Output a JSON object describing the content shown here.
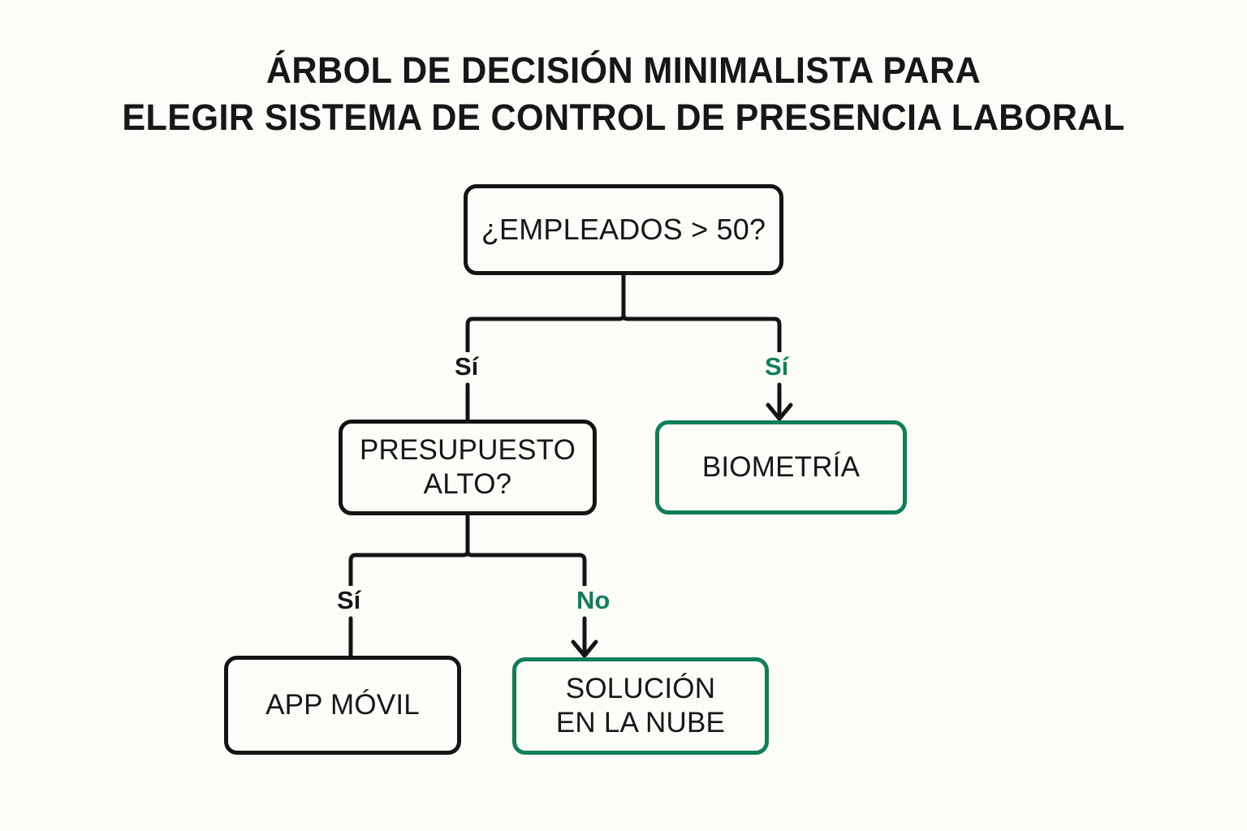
{
  "page": {
    "background_color": "#FCFCF8",
    "ink_color": "#17171A",
    "accent_color": "#0E7F59"
  },
  "title": {
    "line1": "ÁRBOL DE DECISIÓN MINIMALISTA PARA",
    "line2": "ELEGIR SISTEMA DE CONTROL DE PRESENCIA LABORAL"
  },
  "chart_data": {
    "type": "diagram",
    "diagram_kind": "decision-tree",
    "title": "ÁRBOL DE DECISIÓN MINIMALISTA PARA ELEGIR SISTEMA DE CONTROL DE PRESENCIA LABORAL",
    "nodes": [
      {
        "id": "root",
        "label": "¿EMPLEADOS > 50?",
        "shape": "rounded-rect",
        "border_color": "#141417",
        "text_color": "#17171A",
        "role": "decision"
      },
      {
        "id": "presupuesto",
        "label": "PRESUPUESTO\nALTO?",
        "shape": "rounded-rect",
        "border_color": "#141417",
        "text_color": "#17171A",
        "role": "decision"
      },
      {
        "id": "biometria",
        "label": "BIOMETRÍA",
        "shape": "rounded-rect",
        "border_color": "#0E7F59",
        "text_color": "#17171A",
        "role": "outcome"
      },
      {
        "id": "appmovil",
        "label": "APP MÓVIL",
        "shape": "rounded-rect",
        "border_color": "#141417",
        "text_color": "#17171A",
        "role": "outcome"
      },
      {
        "id": "nube",
        "label": "SOLUCIÓN\nEN LA NUBE",
        "shape": "rounded-rect",
        "border_color": "#0E7F59",
        "text_color": "#17171A",
        "role": "outcome"
      }
    ],
    "edges": [
      {
        "from": "root",
        "to": "presupuesto",
        "label": "Sí",
        "label_color": "#17171A",
        "arrowhead": false
      },
      {
        "from": "root",
        "to": "biometria",
        "label": "Sí",
        "label_color": "#0E7F59",
        "arrowhead": true
      },
      {
        "from": "presupuesto",
        "to": "appmovil",
        "label": "Sí",
        "label_color": "#17171A",
        "arrowhead": false
      },
      {
        "from": "presupuesto",
        "to": "nube",
        "label": "No",
        "label_color": "#0E7F59",
        "arrowhead": true
      }
    ]
  },
  "nodes": {
    "root": {
      "label": "¿EMPLEADOS > 50?"
    },
    "presupuesto": {
      "label": "PRESUPUESTO\nALTO?"
    },
    "biometria": {
      "label": "BIOMETRÍA"
    },
    "appmovil": {
      "label": "APP MÓVIL"
    },
    "nube": {
      "label": "SOLUCIÓN\nEN LA NUBE"
    }
  },
  "edge_labels": {
    "root_left": "Sí",
    "root_right": "Sí",
    "presupuesto_left": "Sí",
    "presupuesto_right": "No"
  }
}
